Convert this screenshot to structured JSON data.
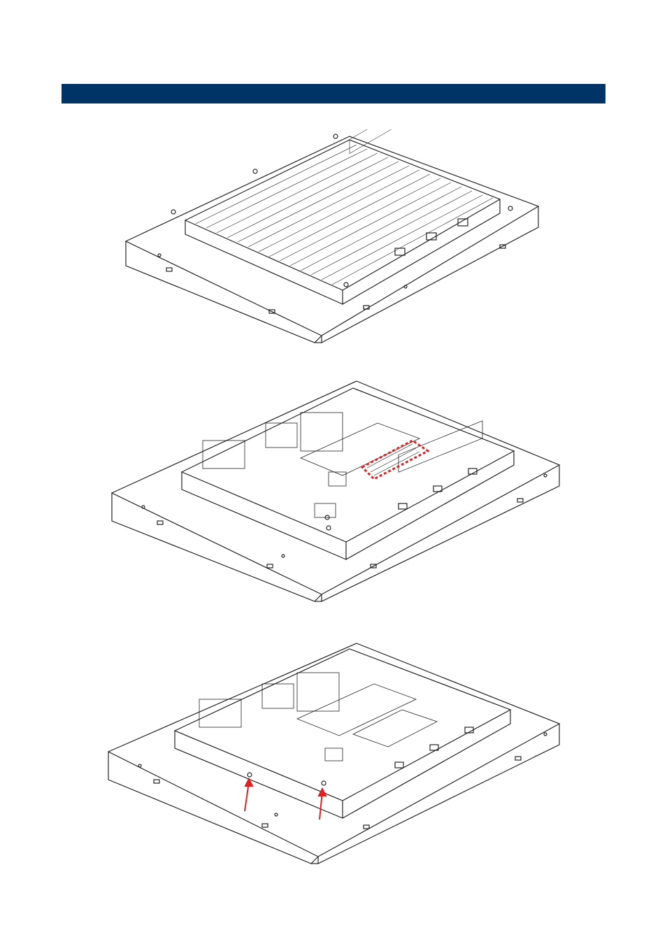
{
  "header": {
    "title": ""
  },
  "figures": [
    {
      "id": "chassis-closed",
      "highlight_color": ""
    },
    {
      "id": "chassis-open-memory",
      "highlight_color": "#e02020"
    },
    {
      "id": "chassis-open-screws",
      "arrow_color": "#e02020"
    }
  ],
  "colors": {
    "header_bar": "#003366",
    "line_art": "#222222",
    "accent": "#e02020"
  }
}
